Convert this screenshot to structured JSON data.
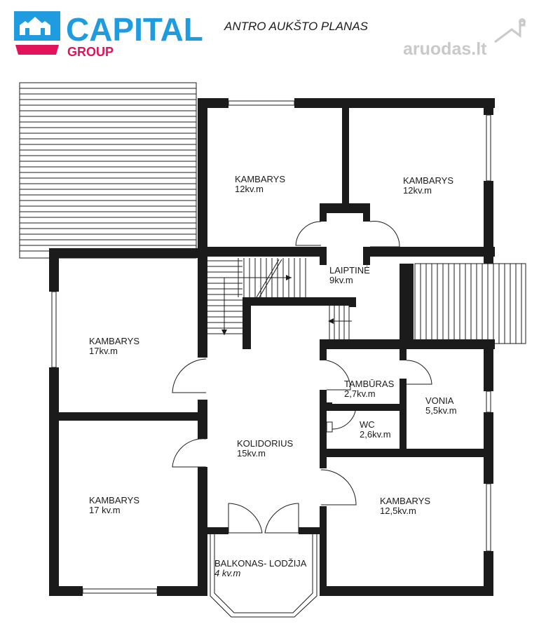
{
  "header": {
    "brand_name": "CAPITAL",
    "brand_sub": "GROUP",
    "plan_title": "ANTRO AUKŠTO PLANAS",
    "watermark": "aruodas.lt",
    "brand_color": "#1f9be0",
    "brand_accent": "#e0135b"
  },
  "rooms": [
    {
      "name": "KAMBARYS",
      "area": "12kv.m"
    },
    {
      "name": "KAMBARYS",
      "area": "12kv.m"
    },
    {
      "name": "LAIPTINĖ",
      "area": "9kv.m"
    },
    {
      "name": "KAMBARYS",
      "area": "17kv.m"
    },
    {
      "name": "TAMBŪRAS",
      "area": "2,7kv.m"
    },
    {
      "name": "VONIA",
      "area": "5,5kv.m"
    },
    {
      "name": "WC",
      "area": "2,6kv.m"
    },
    {
      "name": "KOLIDORIUS",
      "area": "15kv.m"
    },
    {
      "name": "KAMBARYS",
      "area": "17 kv.m"
    },
    {
      "name": "KAMBARYS",
      "area": "12,5kv.m"
    },
    {
      "name": "BALKONAS- LODŽIJA",
      "area": "4 kv.m"
    }
  ]
}
